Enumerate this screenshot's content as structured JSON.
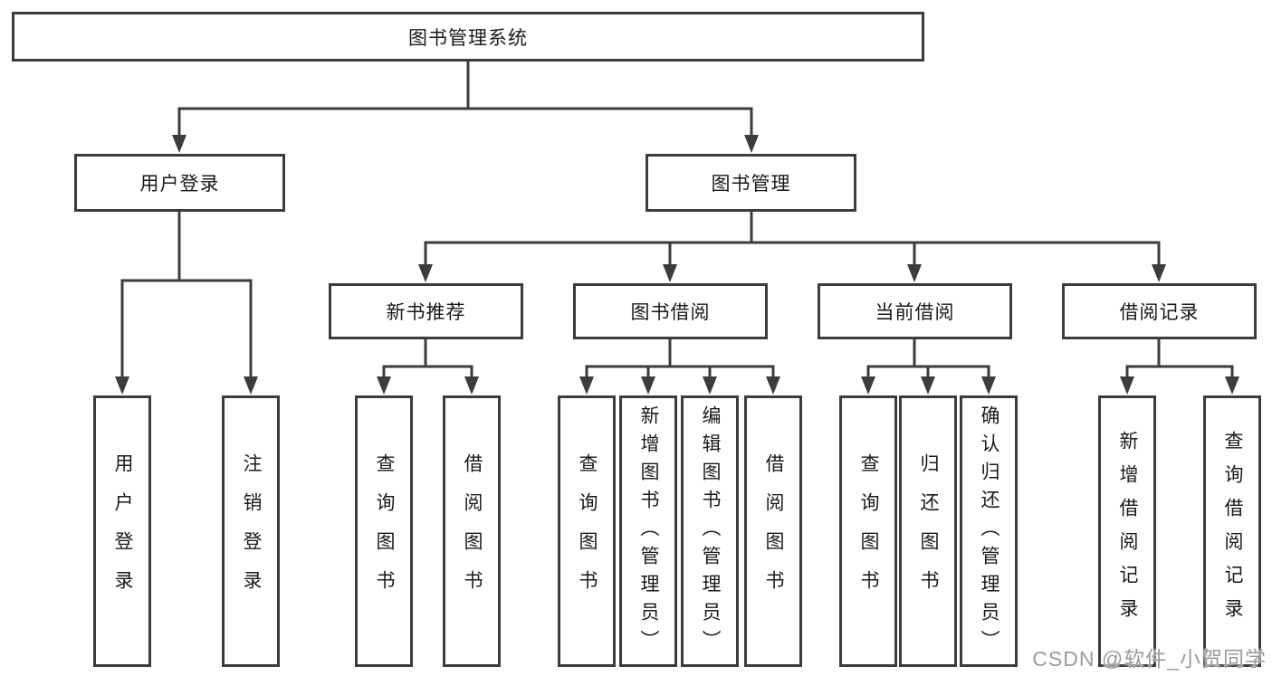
{
  "diagram": {
    "title": "图书管理系统",
    "watermark": "CSDN @软件_小贺同学",
    "colors": {
      "line": "#3c3c3c",
      "box_border": "#3c3c3c",
      "text": "#1a1a1a",
      "background": "#ffffff",
      "watermark": "#9b9b9b"
    },
    "level2": [
      {
        "label": "用户登录"
      },
      {
        "label": "图书管理"
      }
    ],
    "level3": [
      {
        "label": "新书推荐",
        "parent": "图书管理"
      },
      {
        "label": "图书借阅",
        "parent": "图书管理"
      },
      {
        "label": "当前借阅",
        "parent": "图书管理"
      },
      {
        "label": "借阅记录",
        "parent": "图书管理"
      }
    ],
    "leaves": [
      {
        "label": "用户登录",
        "parent": "用户登录"
      },
      {
        "label": "注销登录",
        "parent": "用户登录"
      },
      {
        "label": "查询图书",
        "parent": "新书推荐"
      },
      {
        "label": "借阅图书",
        "parent": "新书推荐"
      },
      {
        "label": "查询图书",
        "parent": "图书借阅"
      },
      {
        "label": "新增图书（管理员）",
        "parent": "图书借阅"
      },
      {
        "label": "编辑图书（管理员）",
        "parent": "图书借阅"
      },
      {
        "label": "借阅图书",
        "parent": "图书借阅"
      },
      {
        "label": "查询图书",
        "parent": "当前借阅"
      },
      {
        "label": "归还图书",
        "parent": "当前借阅"
      },
      {
        "label": "确认归还（管理员）",
        "parent": "当前借阅"
      },
      {
        "label": "新增借阅记录",
        "parent": "借阅记录"
      },
      {
        "label": "查询借阅记录",
        "parent": "借阅记录"
      }
    ]
  }
}
